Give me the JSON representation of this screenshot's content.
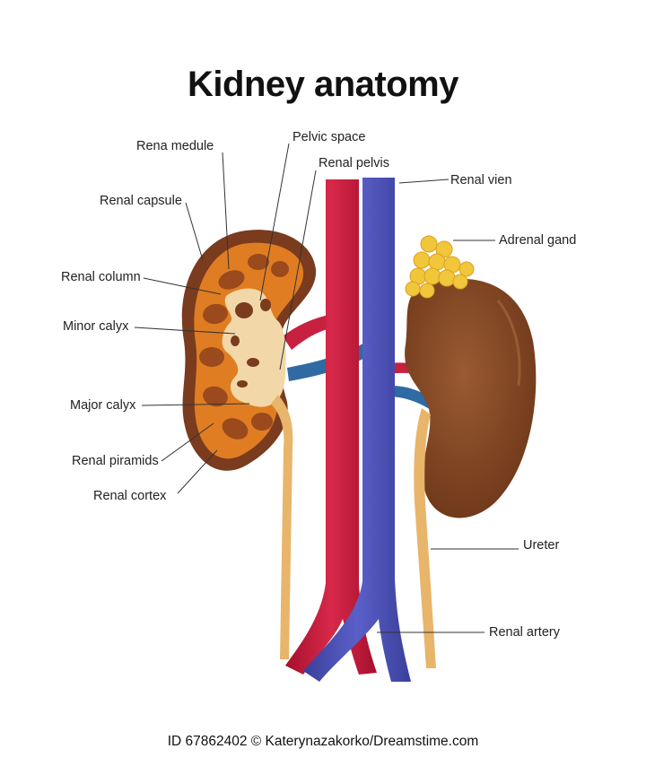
{
  "title": "Kidney anatomy",
  "labels": {
    "rena_medule": "Rena medule",
    "pelvic_space": "Pelvic space",
    "renal_pelvis": "Renal pelvis",
    "renal_vien": "Renal vien",
    "renal_capsule": "Renal capsule",
    "adrenal_gand": "Adrenal gand",
    "renal_column": "Renal column",
    "minor_calyx": "Minor calyx",
    "major_calyx": "Major calyx",
    "renal_piramids": "Renal piramids",
    "renal_cortex": "Renal cortex",
    "ureter": "Ureter",
    "renal_artery": "Renal artery"
  },
  "credit": "ID 67862402 © Katerynazakorko/Dreamstime.com",
  "colors": {
    "artery": "#c8203f",
    "vein": "#4a4fb0",
    "cortex": "#e07d22",
    "capsule": "#7a3b1e",
    "medulla": "#8a3f1a",
    "pelvis": "#f2d8a8",
    "ureter": "#e8b56a",
    "kidney_right": "#7a4321",
    "adrenal": "#f2c63a"
  }
}
